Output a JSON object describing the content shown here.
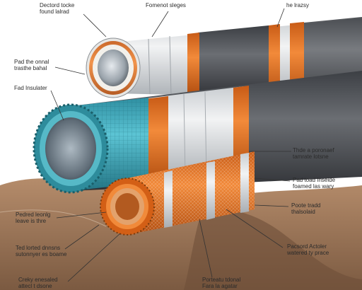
{
  "labels": [
    {
      "id": "top-left-callout",
      "lines": [
        "Dectord tocke",
        "found lalrad"
      ]
    },
    {
      "id": "top-center-callout",
      "lines": [
        "Fomenot sleges",
        ""
      ]
    },
    {
      "id": "top-right-callout",
      "lines": [
        "he lrazsy",
        ""
      ]
    },
    {
      "id": "left-upper-callout",
      "lines": [
        "Pad the onnal",
        "trasthe bahal"
      ]
    },
    {
      "id": "left-middle-callout",
      "lines": [
        "Fad Insulater",
        ""
      ]
    },
    {
      "id": "right-upper-callout",
      "lines": [
        "Thde a poronaef",
        "tamrate lotsne"
      ]
    },
    {
      "id": "right-middle-callout",
      "lines": [
        "Pad toad Inseide",
        "foamed las wary"
      ]
    },
    {
      "id": "right-lower-callout",
      "lines": [
        "Poote tradd",
        "thalsolaid"
      ]
    },
    {
      "id": "left-lower-callout",
      "lines": [
        "Pedred leonlg",
        "leave is thre"
      ]
    },
    {
      "id": "left-bottom-callout",
      "lines": [
        "Ted lorted dnnsns",
        "sutonnyer es boame"
      ]
    },
    {
      "id": "right-bottom-callout",
      "lines": [
        "Pacsord Actoler",
        "watered ty prace"
      ]
    },
    {
      "id": "bottom-left-callout",
      "lines": [
        "Creky enesaled",
        "attecl t dsone"
      ]
    },
    {
      "id": "bottom-center-callout",
      "lines": [
        "Porteatu tdonal",
        "Fara la agatar"
      ]
    }
  ],
  "colors": {
    "orange": "#e8782a",
    "teal": "#3aa6b9",
    "gray_jacket": "#d9dcdf",
    "dark_wrap": "#4c4f55",
    "soil": "#9a7254",
    "sky": "#ffffff"
  }
}
